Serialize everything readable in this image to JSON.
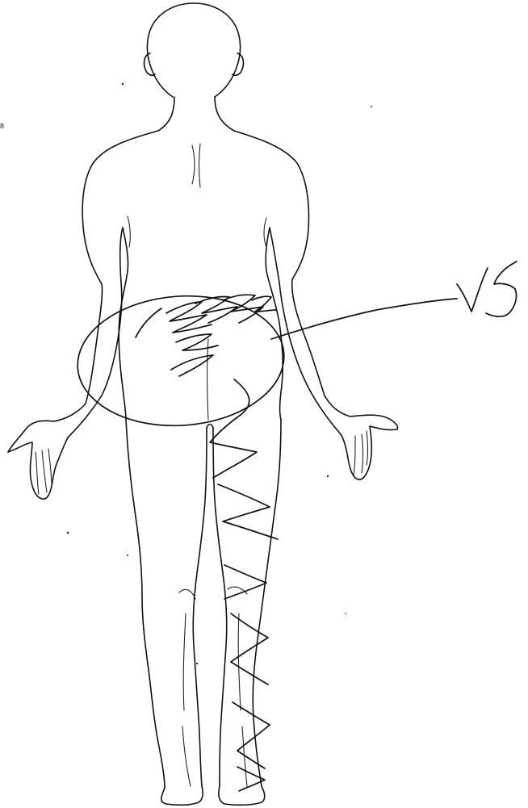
{
  "figure": {
    "description_view": "posterior",
    "margin_mark": "8",
    "annotation_text": "V5"
  },
  "colors": {
    "background": "#ffffff",
    "ink": "#111111"
  }
}
